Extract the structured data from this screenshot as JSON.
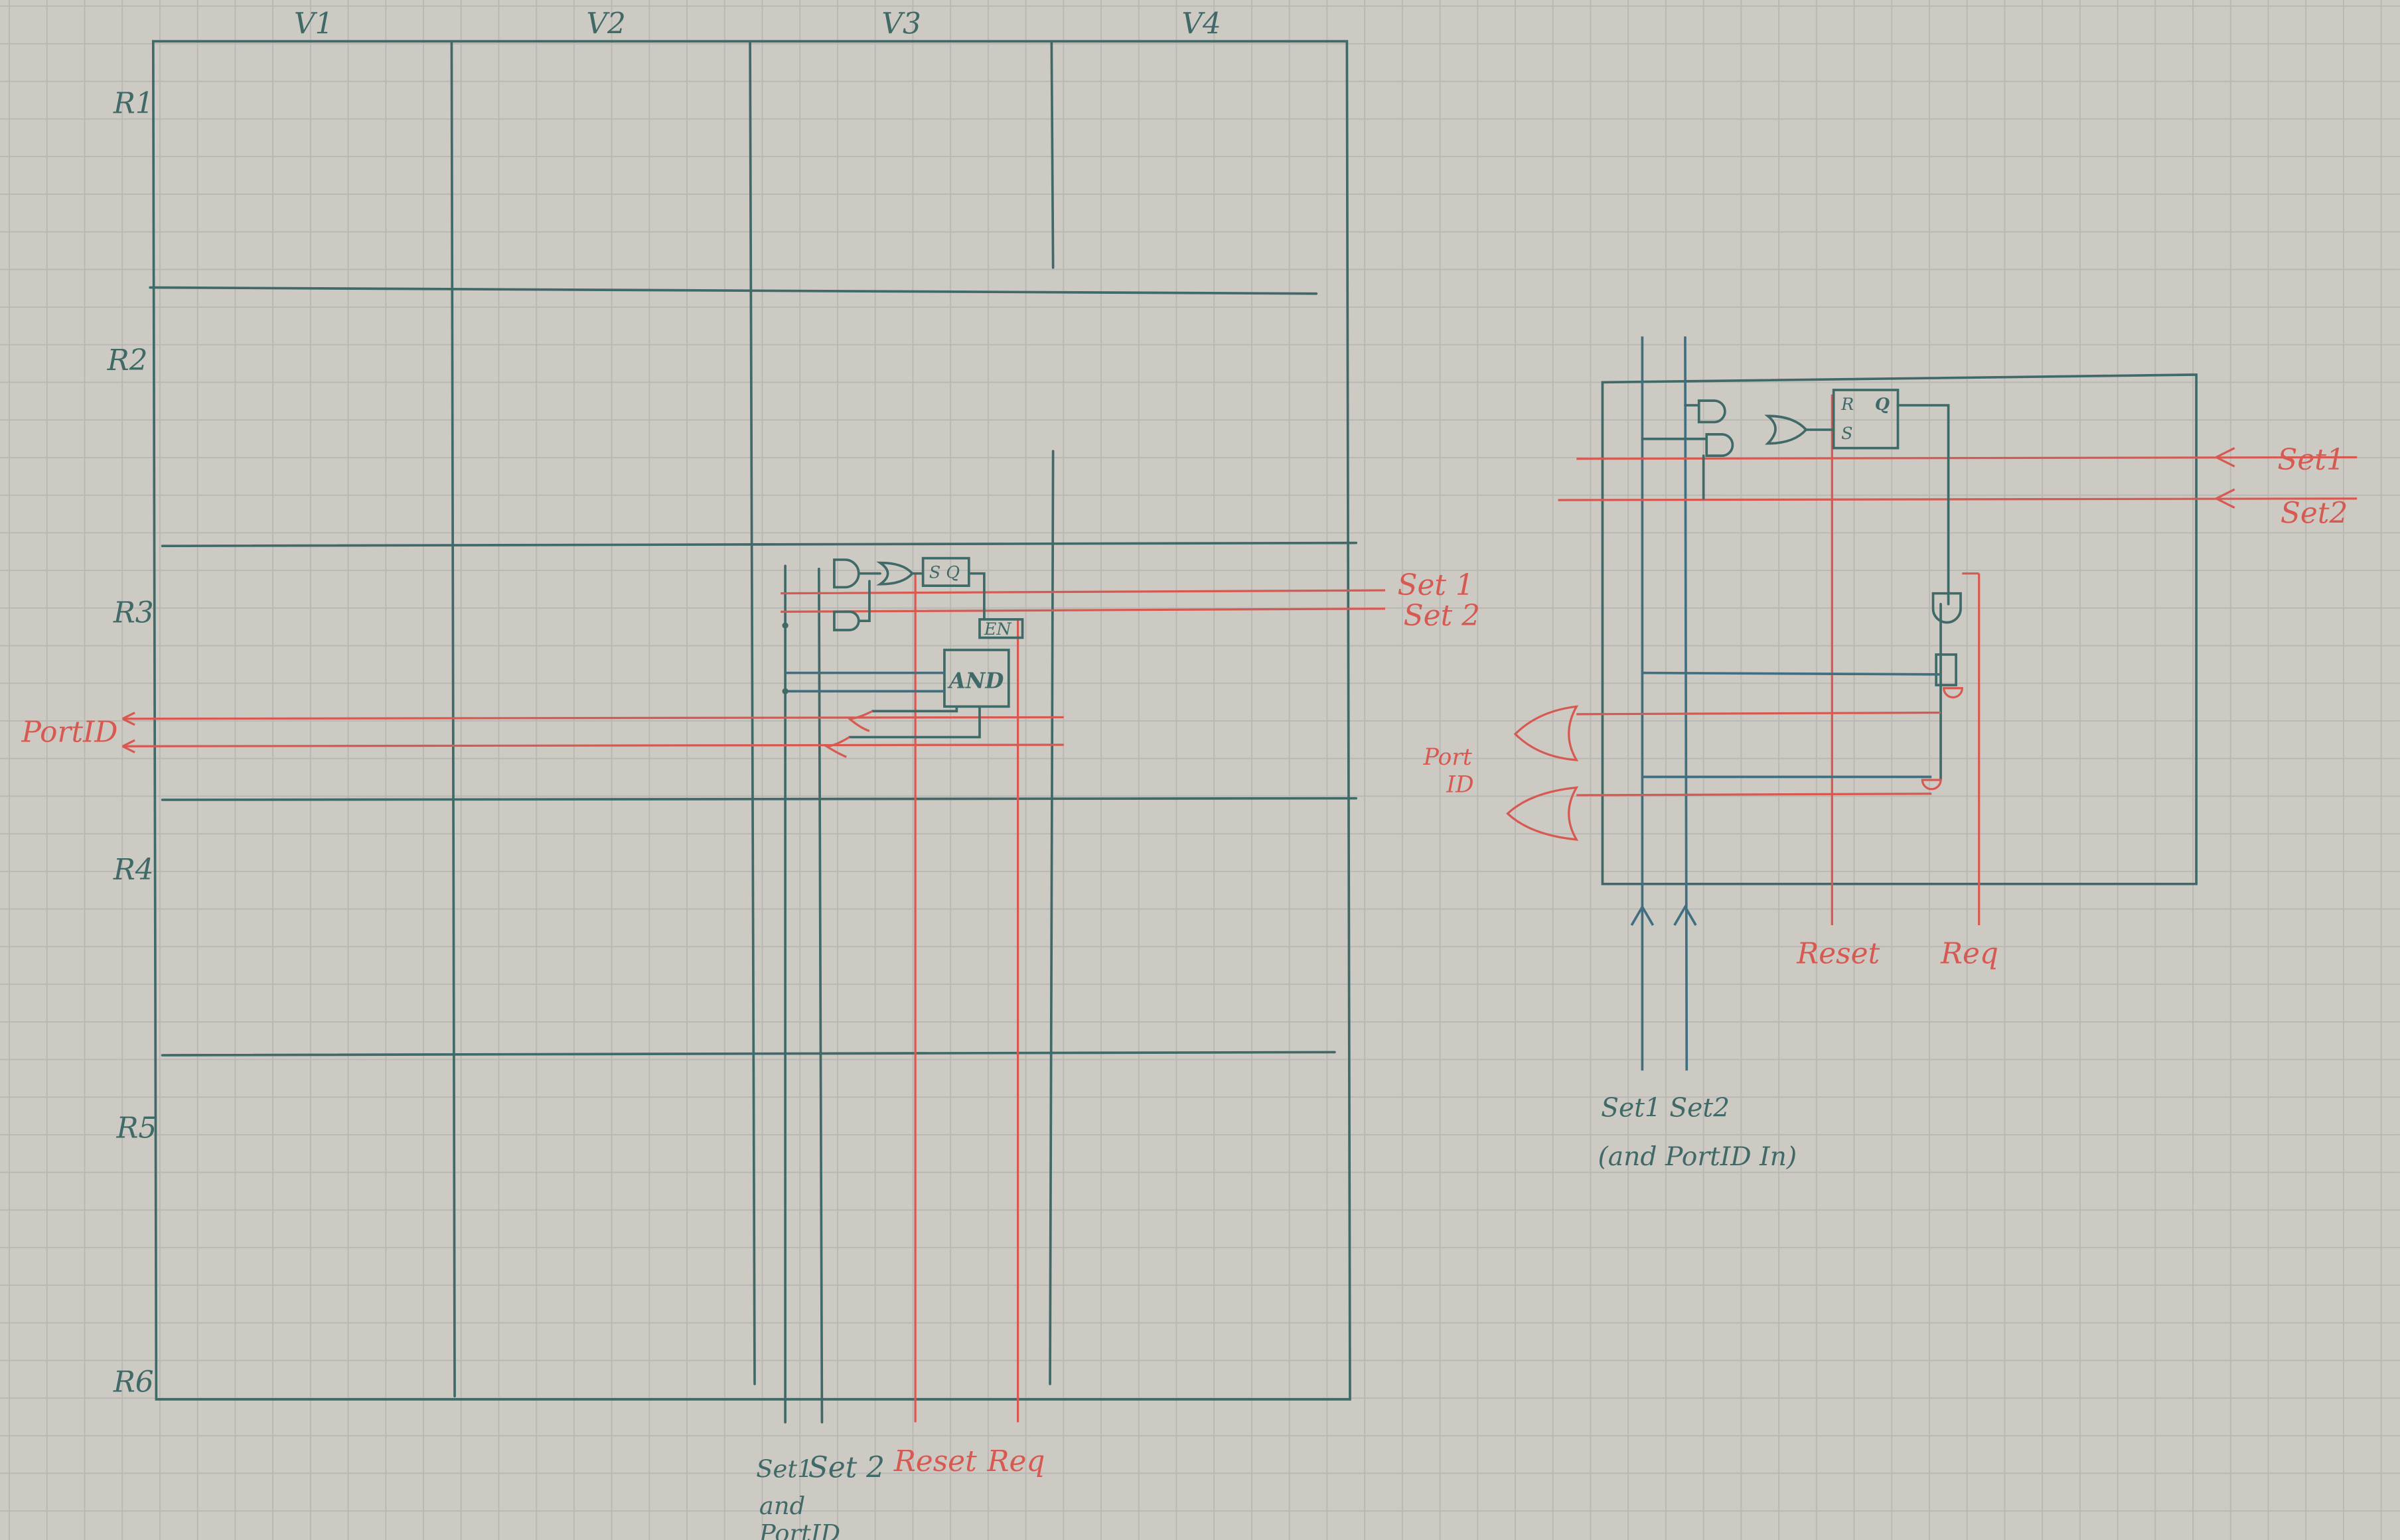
{
  "colors": {
    "paper": "#cdc9c3",
    "grid": "#b9b7b3",
    "ink": "#3f6a68",
    "red": "#d65a52"
  },
  "left_grid": {
    "columns": [
      "V1",
      "V2",
      "V3",
      "V4"
    ],
    "rows": [
      "R1",
      "R2",
      "R3",
      "R4",
      "R5",
      "R6"
    ],
    "cell_labels": {
      "sr": "S Q",
      "and_block": "AND",
      "enable": "EN"
    },
    "side_labels": {
      "set1": "Set 1",
      "set2": "Set 2",
      "portid": "PortID"
    },
    "bottom_labels": {
      "set1_line1": "Set1",
      "set1_line2": "and",
      "set1_line3": "PortID",
      "set2": "Set 2",
      "reset": "Reset",
      "req": "Req"
    }
  },
  "right_detail": {
    "sr_labels": {
      "r": "R",
      "q": "Q",
      "s": "S"
    },
    "side_labels": {
      "set1": "Set1",
      "set2": "Set2",
      "port_line1": "Port",
      "port_line2": "ID"
    },
    "bottom_labels": {
      "reset": "Reset",
      "req": "Req",
      "sets": "Set1  Set2",
      "portid_in": "(and PortID In)"
    }
  }
}
